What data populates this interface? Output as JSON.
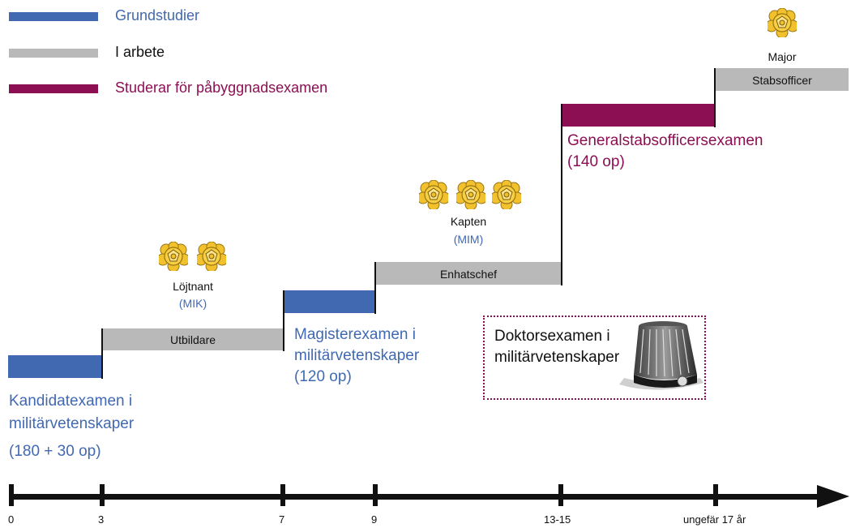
{
  "legend": [
    {
      "label": "Grundstudier",
      "color": "#4169b2"
    },
    {
      "label": "I arbete",
      "color": "#b9b9b9"
    },
    {
      "label": "Studerar för påbyggnadsexamen",
      "color": "#8b0f52"
    }
  ],
  "phases": {
    "utbildare": "Utbildare",
    "enhatschef": "Enhatschef",
    "stabsofficer": "Stabsofficer"
  },
  "ranks": {
    "lojtnant": {
      "name": "Löjtnant",
      "abbr": "(MIK)",
      "stars": 2
    },
    "kapten": {
      "name": "Kapten",
      "abbr": "(MIM)",
      "stars": 3
    },
    "major": {
      "name": "Major",
      "stars": 1
    }
  },
  "degrees": {
    "kandidat": {
      "line1": "Kandidatexamen i",
      "line2": "militärvetenskaper",
      "line3": "(180 + 30 op)"
    },
    "magister": {
      "line1": "Magisterexamen i",
      "line2": "militärvetenskaper",
      "line3": "(120 op)"
    },
    "general": {
      "line1": "Generalstabsofficersexamen",
      "line2": "(140 op)"
    },
    "doktor": {
      "line1": "Doktorsexamen i",
      "line2": "militärvetenskaper",
      "image": "doctoral-hat"
    }
  },
  "timeline": {
    "ticks": [
      "0",
      "3",
      "7",
      "9",
      "13-15",
      "ungefär 17 år"
    ]
  },
  "colors": {
    "blue": "#4169b2",
    "grey": "#b9b9b9",
    "maroon": "#8b0f52",
    "gold": "#f2c12e"
  }
}
